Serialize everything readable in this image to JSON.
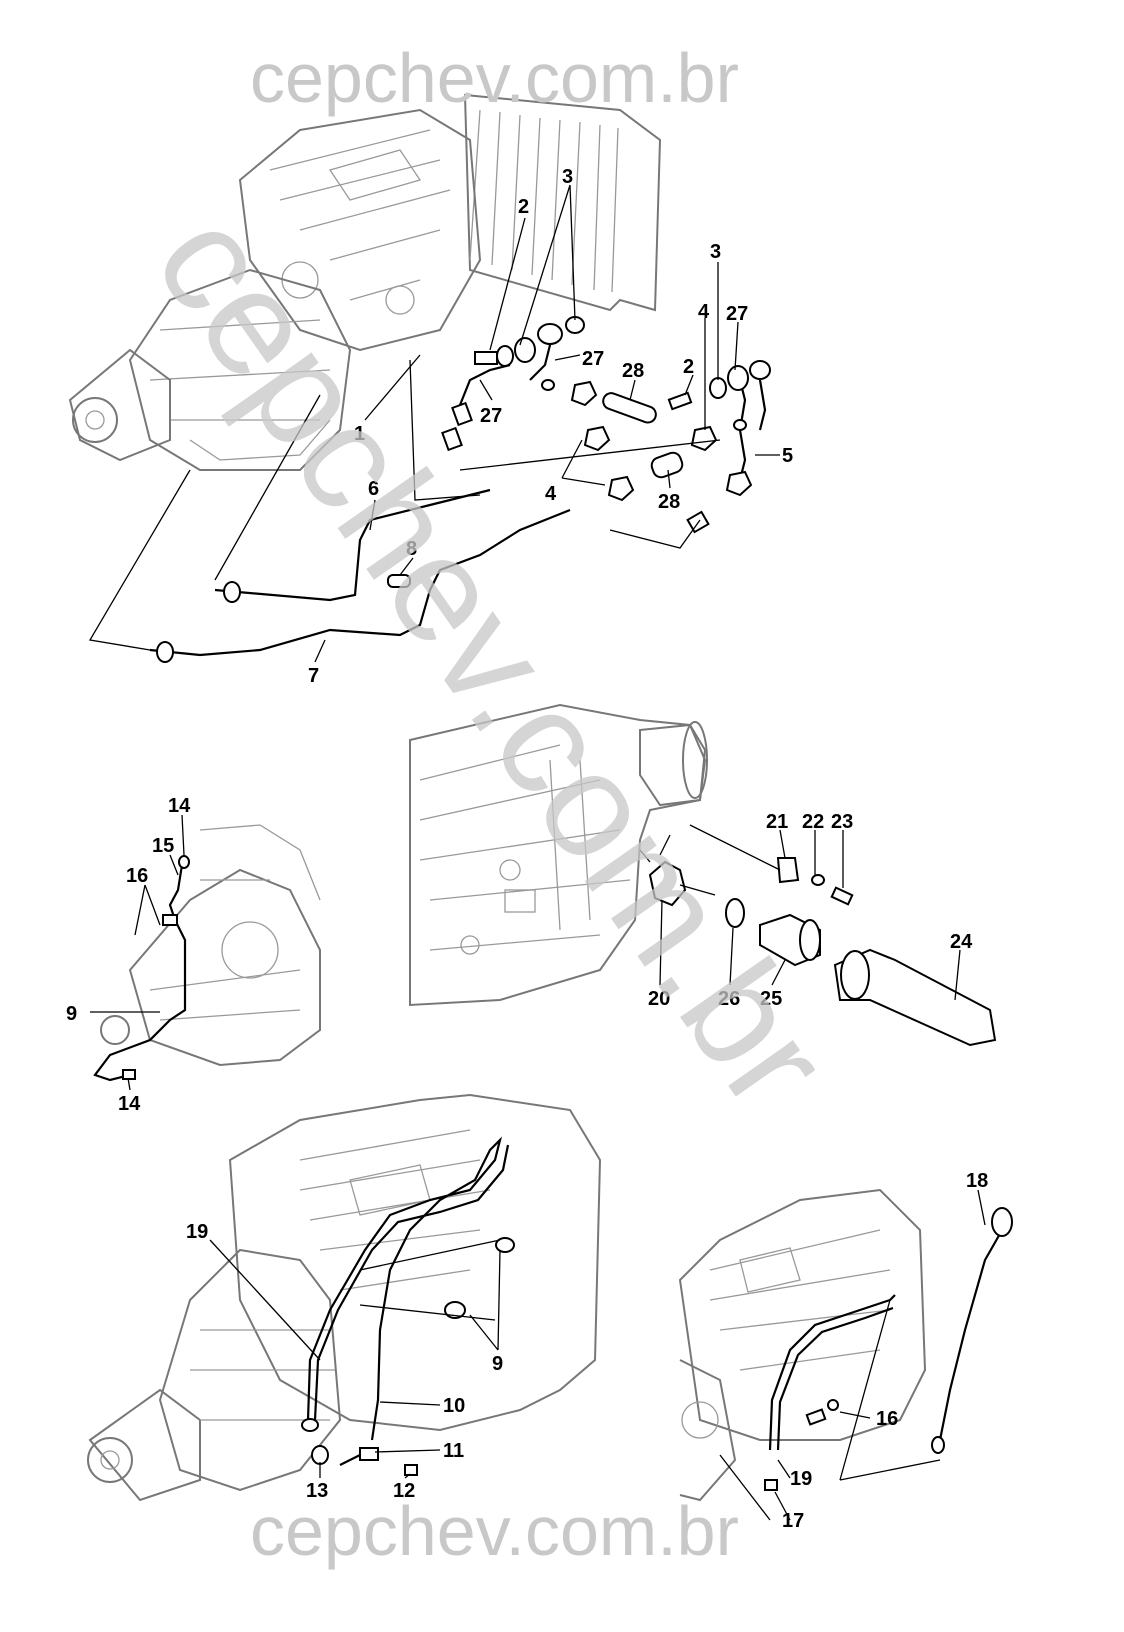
{
  "watermark": {
    "top": "cepchev.com.br",
    "bottom": "cepchev.com.br",
    "diagonal": "cepchev.com.br"
  },
  "callouts": {
    "top": [
      "1",
      "2",
      "3",
      "27",
      "27",
      "28",
      "2",
      "3",
      "4",
      "27",
      "5",
      "4",
      "28",
      "6",
      "8",
      "7"
    ],
    "left": [
      "14",
      "15",
      "16",
      "9",
      "14"
    ],
    "speedo": [
      "21",
      "22",
      "23",
      "24",
      "20",
      "26",
      "25"
    ],
    "bottom_left": [
      "19",
      "9",
      "10",
      "11",
      "13",
      "12"
    ],
    "bottom_right": [
      "18",
      "16",
      "19",
      "17"
    ]
  },
  "colors": {
    "line_art": "#777777",
    "watermark": "#c8c8c8",
    "callout_text": "#000000"
  }
}
